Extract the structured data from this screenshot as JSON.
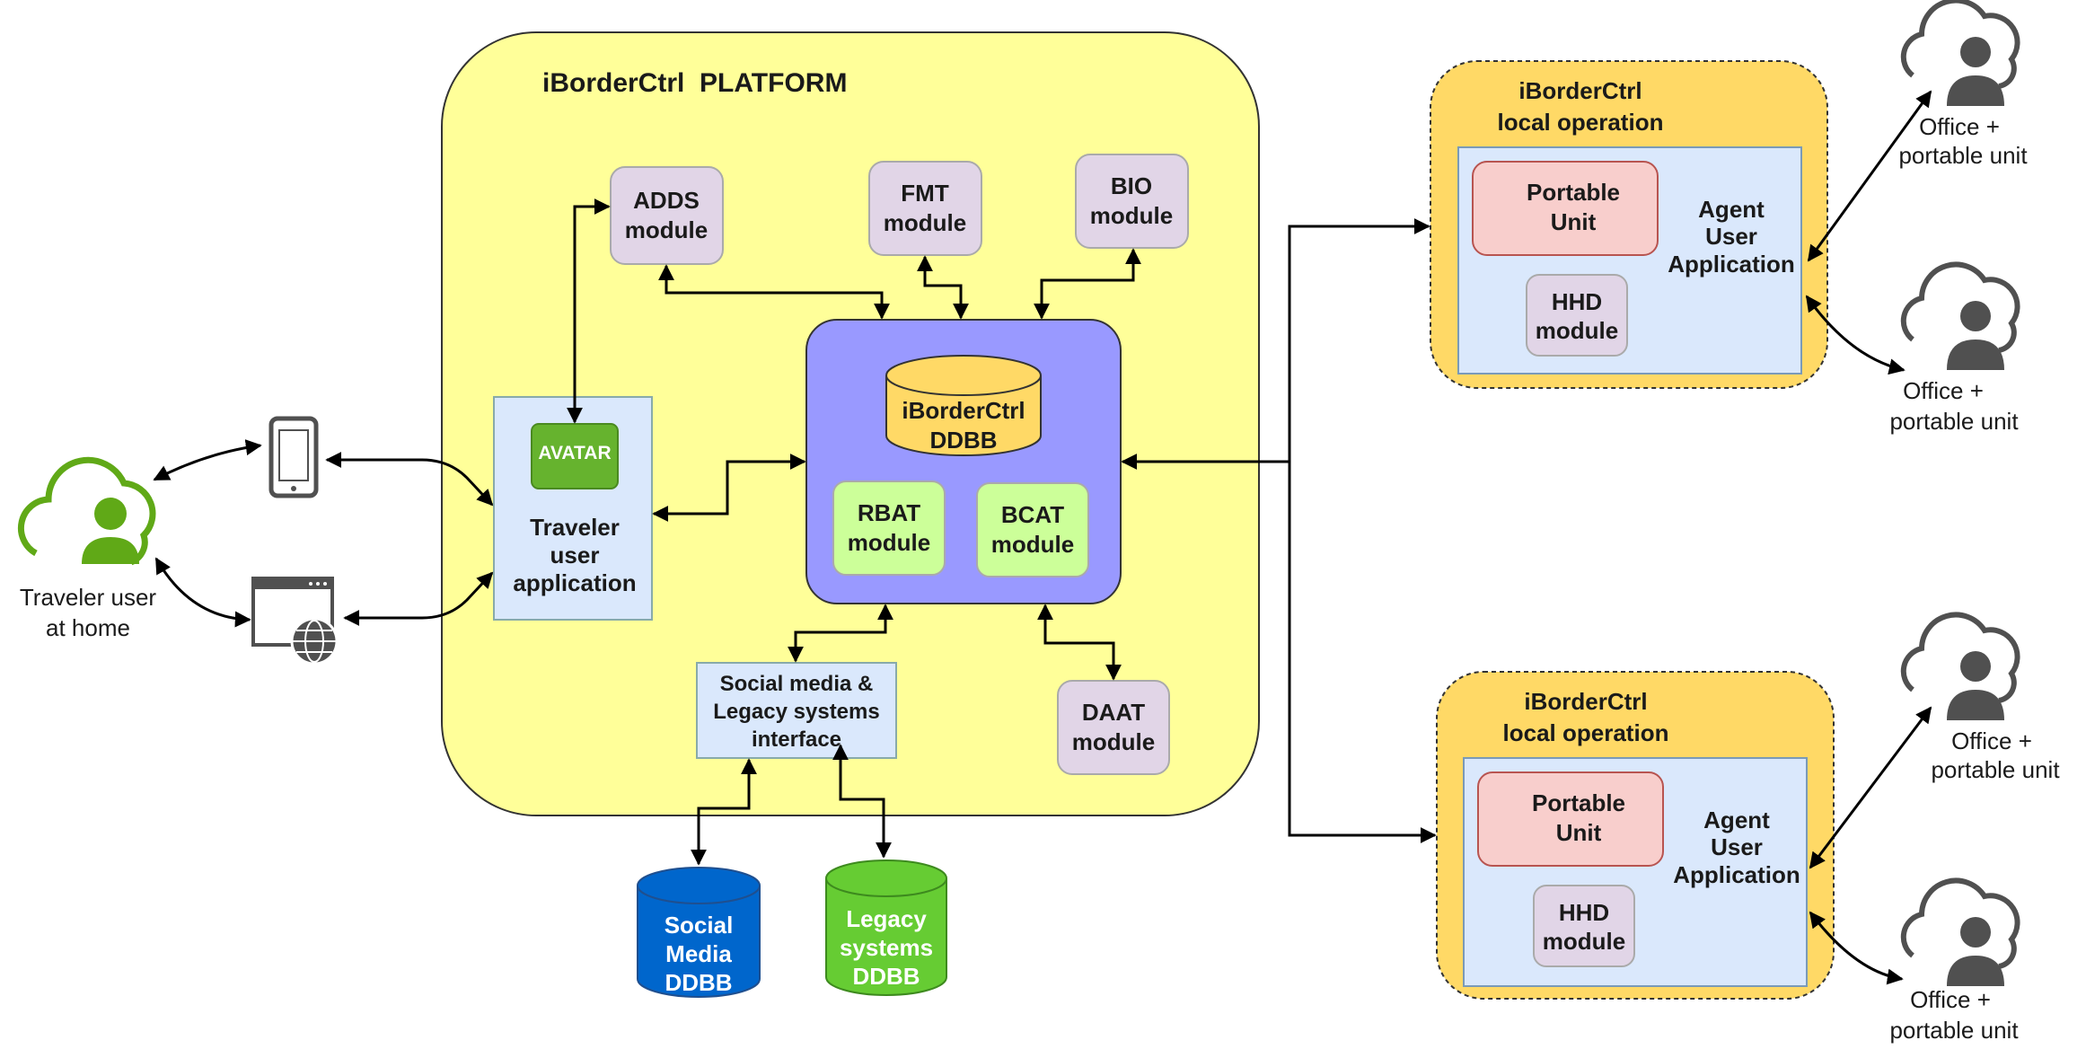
{
  "platform": {
    "title": "iBorderCtrl  PLATFORM"
  },
  "modules": {
    "adds": [
      "ADDS",
      "module"
    ],
    "fmt": [
      "FMT",
      "module"
    ],
    "bio": [
      "BIO",
      "module"
    ],
    "rbat": [
      "RBAT",
      "module"
    ],
    "bcat": [
      "BCAT",
      "module"
    ],
    "daat": [
      "DAAT",
      "module"
    ]
  },
  "core_db": [
    "iBorderCtrl",
    "DDBB"
  ],
  "avatar": "AVATAR",
  "traveler_app": [
    "Traveler",
    "user",
    "application"
  ],
  "social_interface": [
    "Social media &",
    "Legacy systems",
    "interface"
  ],
  "external_dbs": {
    "social": [
      "Social",
      "Media",
      "DDBB"
    ],
    "legacy": [
      "Legacy",
      "systems",
      "DDBB"
    ]
  },
  "traveler_user": [
    "Traveler user",
    "at home"
  ],
  "local_ops": [
    {
      "title": [
        "iBorderCtrl",
        "local operation"
      ],
      "portable": [
        "Portable",
        "Unit"
      ],
      "hhd": [
        "HHD",
        "module"
      ],
      "agent": [
        "Agent",
        "User",
        "Application"
      ]
    },
    {
      "title": [
        "iBorderCtrl",
        "local operation"
      ],
      "portable": [
        "Portable",
        "Unit"
      ],
      "hhd": [
        "HHD",
        "module"
      ],
      "agent": [
        "Agent",
        "User",
        "Application"
      ]
    }
  ],
  "office_units": [
    [
      "Office +",
      "portable unit"
    ],
    [
      "Office +",
      "portable unit"
    ],
    [
      "Office +",
      "portable unit"
    ],
    [
      "Office +",
      "portable unit"
    ]
  ],
  "icons": {
    "traveler_user": "cloud-user-icon",
    "smartphone": "smartphone-icon",
    "web_browser": "web-browser-globe-icon",
    "office": "cloud-user-icon"
  },
  "colors": {
    "platform": "#ffff99",
    "module": "#e1d5e7",
    "core": "#9999ff",
    "core_db": "#ffd966",
    "green_module": "#ccff99",
    "avatar": "#66b32e",
    "app": "#dae8fc",
    "local_op": "#ffd966",
    "portable": "#f8cecc",
    "social_db": "#0066cc",
    "legacy_db": "#66cc33",
    "traveler_icon": "#60a917",
    "office_icon": "#505050"
  }
}
